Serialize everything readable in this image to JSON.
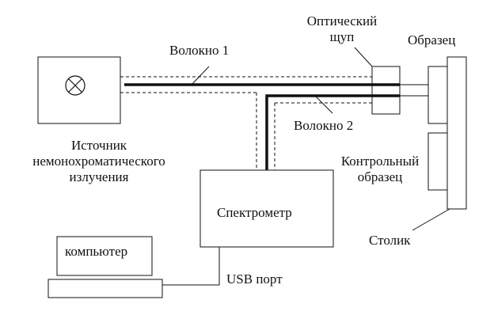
{
  "labels": {
    "fiber1": "Волокно 1",
    "fiber2": "Волокно 2",
    "probe_line1": "Оптический",
    "probe_line2": "щуп",
    "sample": "Образец",
    "source_line1": "Источник",
    "source_line2": "немонохроматического",
    "source_line3": "излучения",
    "control_line1": "Контрольный",
    "control_line2": "образец",
    "spectrometer": "Спектрометр",
    "computer": "компьютер",
    "usb": "USB порт",
    "stage": "Столик"
  },
  "colors": {
    "stroke": "#111111",
    "background": "#ffffff"
  },
  "icons": {
    "lamp": "lamp-symbol-icon"
  }
}
